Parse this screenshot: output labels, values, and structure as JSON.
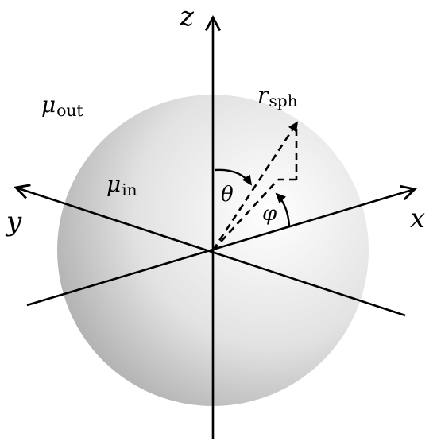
{
  "diagram": {
    "axes": {
      "x": "x",
      "y": "y",
      "z": "z"
    },
    "regions": {
      "outside_symbol": "μ",
      "outside_sub": "out",
      "inside_symbol": "μ",
      "inside_sub": "in"
    },
    "radius": {
      "symbol": "r",
      "sub": "sph"
    },
    "angles": {
      "polar": "θ",
      "azimuthal": "φ"
    },
    "colors": {
      "sphere_highlight": "#ffffff",
      "sphere_mid": "#e2e2e2",
      "sphere_shadow": "#a8a8a8",
      "lines": "#000000"
    }
  }
}
